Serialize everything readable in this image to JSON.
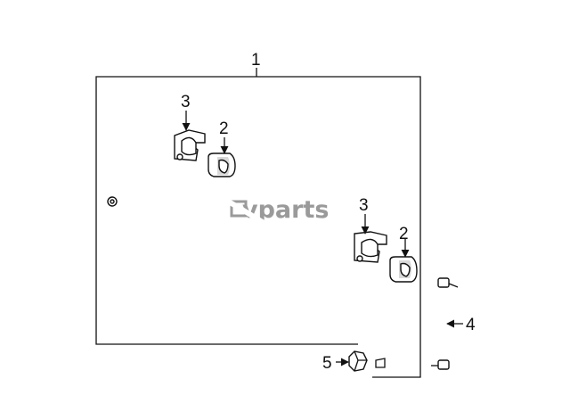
{
  "diagram": {
    "callouts": {
      "assembly": "1",
      "bushing_left": "2",
      "bushing_right": "2",
      "bracket_left": "3",
      "bracket_right": "3",
      "link": "4",
      "nut": "5"
    }
  },
  "watermark": {
    "text": "vparts"
  }
}
